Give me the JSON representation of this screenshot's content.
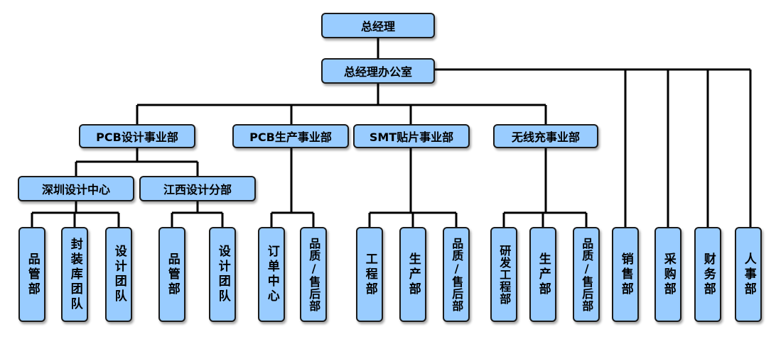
{
  "colors": {
    "box_fill": "#99ccff",
    "box_border": "#1a1a1a",
    "line": "#000000"
  },
  "org": {
    "ceo": "总经理",
    "office": "总经理办公室",
    "divisions": {
      "pcb_design": "PCB设计事业部",
      "pcb_production": "PCB生产事业部",
      "smt": "SMT贴片事业部",
      "wireless": "无线充事业部"
    },
    "sub_units": {
      "shenzhen": "深圳设计中心",
      "jiangxi": "江西设计分部"
    },
    "departments": {
      "sz_quality": "品管部",
      "sz_packaging": "封装库团队",
      "sz_design": "设计团队",
      "jx_quality": "品管部",
      "jx_design": "设计团队",
      "pcbp_order": "订单中心",
      "pcbp_quality": "品质/售后部",
      "smt_engineering": "工程部",
      "smt_production": "生产部",
      "smt_quality": "品质/售后部",
      "wl_rnd": "研发工程部",
      "wl_production": "生产部",
      "wl_quality": "品质/售后部",
      "sales": "销售部",
      "purchasing": "采购部",
      "finance": "财务部",
      "hr": "人事部"
    }
  }
}
